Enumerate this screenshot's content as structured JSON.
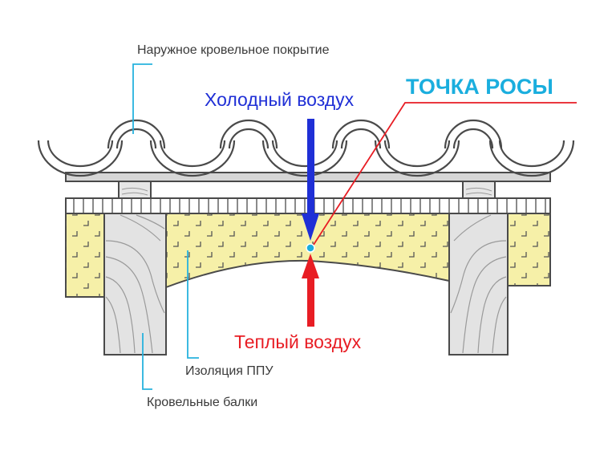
{
  "labels": {
    "roof_covering": "Наружное кровельное покрытие",
    "cold_air": "Холодный воздух",
    "dew_point": "ТОЧКА РОСЫ",
    "warm_air": "Теплый воздух",
    "insulation": "Изоляция ППУ",
    "beams": "Кровельные балки"
  },
  "colors": {
    "cold": "#1f2fd6",
    "warm": "#e81d24",
    "dew": "#1aaede",
    "leader": "#27b2de",
    "foam": "#f6f0a8",
    "wood": "#e3e3e3",
    "outline": "#4a4a4a"
  }
}
